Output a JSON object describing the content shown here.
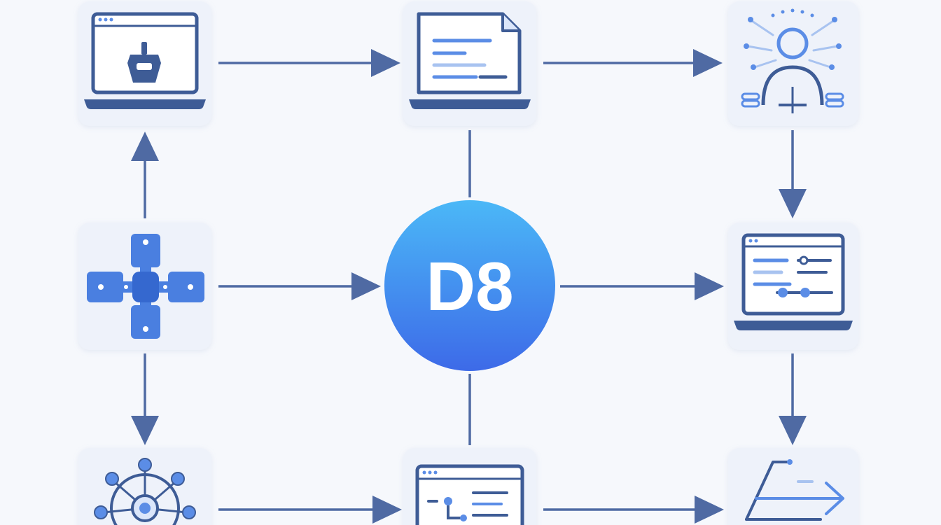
{
  "hub": {
    "label": "D8",
    "gradient_start": "#4bb8f7",
    "gradient_end": "#3d6ae8"
  },
  "palette": {
    "background": "#f6f8fc",
    "tile": "#eef2fa",
    "line": "#4f6aa3",
    "icon_dark": "#3e5c96",
    "icon_accent": "#5b8de6",
    "icon_light": "#a8c3f0"
  },
  "nodes": [
    {
      "id": "top-left",
      "icon": "laptop-plug-icon"
    },
    {
      "id": "top-center",
      "icon": "laptop-document-icon"
    },
    {
      "id": "top-right",
      "icon": "user-network-icon"
    },
    {
      "id": "mid-left",
      "icon": "connector-cross-icon"
    },
    {
      "id": "mid-center",
      "icon": "d8-hub-icon"
    },
    {
      "id": "mid-right",
      "icon": "laptop-settings-icon"
    },
    {
      "id": "bottom-left",
      "icon": "network-hub-icon"
    },
    {
      "id": "bottom-center",
      "icon": "window-workflow-icon"
    },
    {
      "id": "bottom-right",
      "icon": "branching-arrows-icon"
    }
  ],
  "connections": [
    {
      "from": "top-left",
      "to": "top-center",
      "directed": true
    },
    {
      "from": "top-center",
      "to": "top-right",
      "directed": true
    },
    {
      "from": "top-right",
      "to": "mid-right",
      "directed": true
    },
    {
      "from": "mid-right",
      "to": "bottom-right",
      "directed": true
    },
    {
      "from": "mid-left",
      "to": "top-left",
      "directed": true
    },
    {
      "from": "mid-left",
      "to": "bottom-left",
      "directed": true
    },
    {
      "from": "mid-left",
      "to": "mid-center",
      "directed": true
    },
    {
      "from": "mid-center",
      "to": "mid-right",
      "directed": true
    },
    {
      "from": "bottom-left",
      "to": "bottom-center",
      "directed": true
    },
    {
      "from": "bottom-center",
      "to": "bottom-right",
      "directed": true
    },
    {
      "from": "top-center",
      "to": "mid-center",
      "directed": false
    },
    {
      "from": "mid-center",
      "to": "bottom-center",
      "directed": false
    }
  ]
}
